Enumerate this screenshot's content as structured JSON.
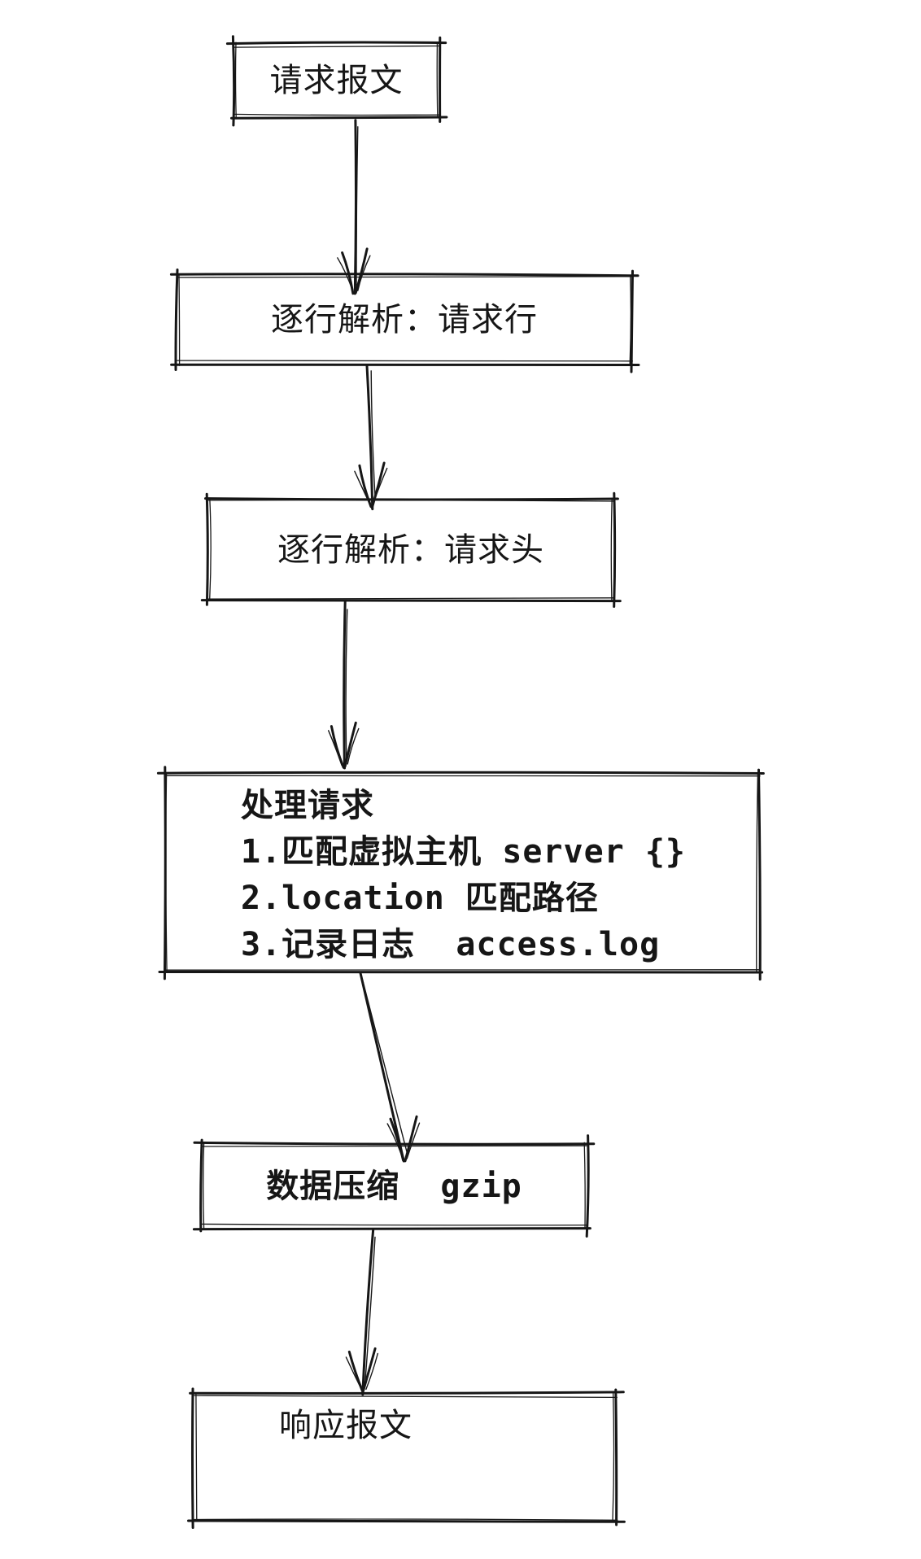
{
  "diagram": {
    "nodes": [
      {
        "id": "request-message",
        "label": "请求报文"
      },
      {
        "id": "parse-request-line",
        "label": "逐行解析：请求行"
      },
      {
        "id": "parse-request-headers",
        "label": "逐行解析：请求头"
      },
      {
        "id": "process-request",
        "lines": [
          "处理请求",
          "1.匹配虚拟主机 server {}",
          "2.location 匹配路径",
          "3.记录日志  access.log"
        ]
      },
      {
        "id": "compress-gzip",
        "label": "数据压缩  gzip"
      },
      {
        "id": "response-message",
        "label": "响应报文"
      }
    ],
    "edges": [
      {
        "from": "request-message",
        "to": "parse-request-line"
      },
      {
        "from": "parse-request-line",
        "to": "parse-request-headers"
      },
      {
        "from": "parse-request-headers",
        "to": "process-request"
      },
      {
        "from": "process-request",
        "to": "compress-gzip"
      },
      {
        "from": "compress-gzip",
        "to": "response-message"
      }
    ]
  },
  "colors": {
    "ink": "#161616",
    "background": "#ffffff"
  }
}
